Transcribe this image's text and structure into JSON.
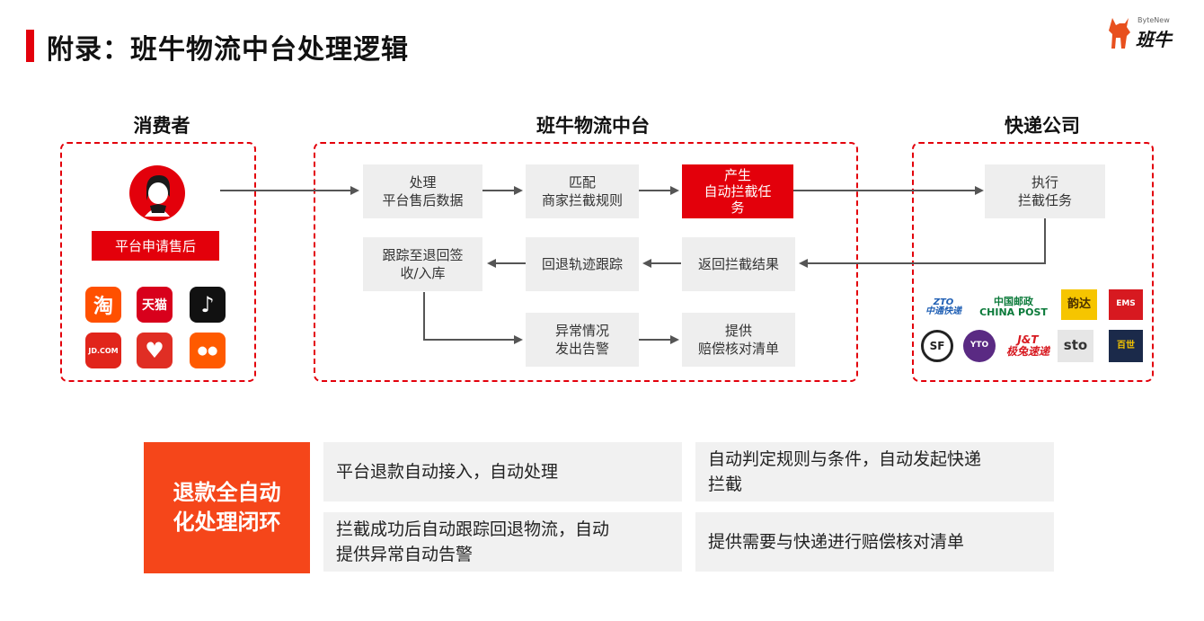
{
  "page": {
    "title": "附录：班牛物流中台处理逻辑"
  },
  "brand": {
    "sub": "ByteNew",
    "name": "班牛"
  },
  "columns": {
    "consumer": "消费者",
    "platform": "班牛物流中台",
    "courier": "快递公司"
  },
  "consumer": {
    "action": "平台申请售后",
    "apps": [
      {
        "name": "taobao",
        "label": "淘",
        "color": "#ff5000"
      },
      {
        "name": "tmall",
        "label": "天猫",
        "color": "#d8001c"
      },
      {
        "name": "douyin",
        "label": "♪",
        "color": "#111111"
      },
      {
        "name": "jd",
        "label": "JD.COM",
        "color": "#e1251b"
      },
      {
        "name": "pinduoduo",
        "label": "♥",
        "color": "#e02e24"
      },
      {
        "name": "kuaishou",
        "label": "●●",
        "color": "#ff5a00"
      }
    ]
  },
  "platform": {
    "steps": {
      "process": "处理\n平台售后数据",
      "match": "匹配\n商家拦截规则",
      "generate": "产生\n自动拦截任\n务",
      "return_result": "返回拦截结果",
      "track_back": "回退轨迹跟踪",
      "track_sign": "跟踪至退回签\n收/入库",
      "alert": "异常情况\n发出告警",
      "compensate": "提供\n赔偿核对清单"
    }
  },
  "courier": {
    "execute": "执行\n拦截任务",
    "logos": [
      {
        "name": "zto",
        "label": "ZTO\n中通快递",
        "color": "#1f5fb4"
      },
      {
        "name": "china-post",
        "label": "中国邮政\nCHINA POST",
        "color": "#0b7a3a"
      },
      {
        "name": "yunda",
        "label": "韵达",
        "color": "#4a3000"
      },
      {
        "name": "ems",
        "label": "EMS",
        "color": "#d71920"
      },
      {
        "name": "sf",
        "label": "SF",
        "color": "#222222"
      },
      {
        "name": "yto",
        "label": "YTO",
        "color": "#5a2a83"
      },
      {
        "name": "jt",
        "label": "J&T\n极兔速递",
        "color": "#d71920"
      },
      {
        "name": "sto",
        "label": "sto",
        "color": "#333333"
      },
      {
        "name": "best",
        "label": "百世",
        "color": "#1b2a4a"
      }
    ]
  },
  "summary": {
    "label": "退款全自动\n化处理闭环",
    "features": [
      "平台退款自动接入，自动处理",
      "自动判定规则与条件，自动发起快递\n拦截",
      "拦截成功后自动跟踪回退物流，自动\n提供异常自动告警",
      "提供需要与快递进行赔偿核对清单"
    ]
  }
}
